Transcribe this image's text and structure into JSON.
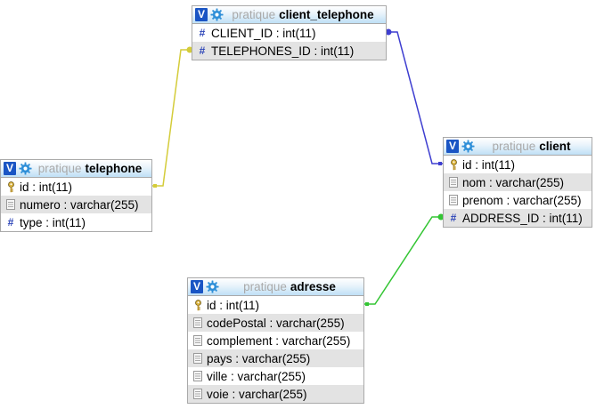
{
  "colors": {
    "header_gradient_bottom": "#bfe0f6",
    "border": "#a9a9a9",
    "alt_row": "#e3e3e3",
    "db_name": "#a9a9a9",
    "link_yellow": "#d4cc3a",
    "link_blue": "#3e3ed0",
    "link_green": "#33c533",
    "v_badge": "#1a55c4"
  },
  "tables": {
    "client_telephone": {
      "badge": "V",
      "db": "pratique",
      "name": "client_telephone",
      "columns": [
        {
          "icon": "hash-icon",
          "text": "CLIENT_ID : int(11)"
        },
        {
          "icon": "hash-icon",
          "text": "TELEPHONES_ID : int(11)"
        }
      ]
    },
    "telephone": {
      "badge": "V",
      "db": "pratique",
      "name": "telephone",
      "columns": [
        {
          "icon": "primary-key-icon",
          "text": "id : int(11)"
        },
        {
          "icon": "text-field-icon",
          "text": "numero : varchar(255)"
        },
        {
          "icon": "hash-icon",
          "text": "type : int(11)"
        }
      ]
    },
    "client": {
      "badge": "V",
      "db": "pratique",
      "name": "client",
      "columns": [
        {
          "icon": "primary-key-icon",
          "text": "id : int(11)"
        },
        {
          "icon": "text-field-icon",
          "text": "nom : varchar(255)"
        },
        {
          "icon": "text-field-icon",
          "text": "prenom : varchar(255)"
        },
        {
          "icon": "hash-icon",
          "text": "ADDRESS_ID : int(11)"
        }
      ]
    },
    "adresse": {
      "badge": "V",
      "db": "pratique",
      "name": "adresse",
      "columns": [
        {
          "icon": "primary-key-icon",
          "text": "id : int(11)"
        },
        {
          "icon": "text-field-icon",
          "text": "codePostal : varchar(255)"
        },
        {
          "icon": "text-field-icon",
          "text": "complement : varchar(255)"
        },
        {
          "icon": "text-field-icon",
          "text": "pays : varchar(255)"
        },
        {
          "icon": "text-field-icon",
          "text": "ville : varchar(255)"
        },
        {
          "icon": "text-field-icon",
          "text": "voie : varchar(255)"
        }
      ]
    }
  },
  "relations": [
    {
      "from": "client_telephone.TELEPHONES_ID",
      "to": "telephone.id",
      "color": "#d4cc3a"
    },
    {
      "from": "client_telephone.CLIENT_ID",
      "to": "client.id",
      "color": "#3e3ed0"
    },
    {
      "from": "client.ADDRESS_ID",
      "to": "adresse.id",
      "color": "#33c533"
    }
  ]
}
